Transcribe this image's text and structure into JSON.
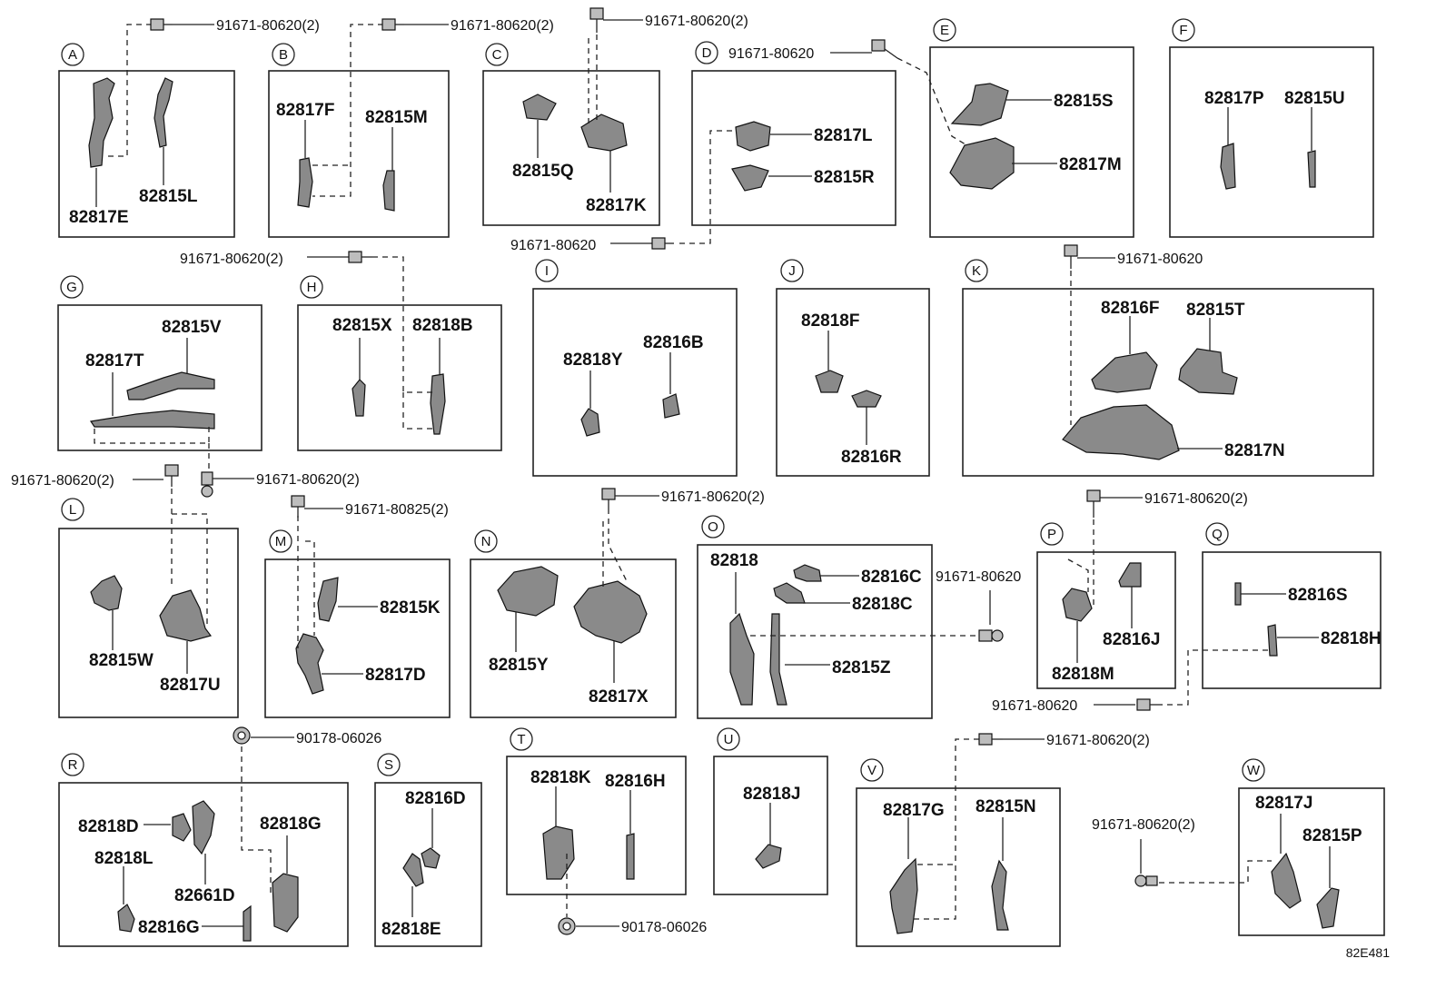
{
  "diagram": {
    "reference_code": "82E481",
    "groups": [
      {
        "id": "A",
        "parts": [
          "82817E",
          "82815L"
        ]
      },
      {
        "id": "B",
        "parts": [
          "82817F",
          "82815M"
        ]
      },
      {
        "id": "C",
        "parts": [
          "82815Q",
          "82817K"
        ]
      },
      {
        "id": "D",
        "parts": [
          "82817L",
          "82815R"
        ]
      },
      {
        "id": "E",
        "parts": [
          "82815S",
          "82817M"
        ]
      },
      {
        "id": "F",
        "parts": [
          "82817P",
          "82815U"
        ]
      },
      {
        "id": "G",
        "parts": [
          "82815V",
          "82817T"
        ]
      },
      {
        "id": "H",
        "parts": [
          "82815X",
          "82818B"
        ]
      },
      {
        "id": "I",
        "parts": [
          "82818Y",
          "82816B"
        ]
      },
      {
        "id": "J",
        "parts": [
          "82818F",
          "82816R"
        ]
      },
      {
        "id": "K",
        "parts": [
          "82816F",
          "82815T",
          "82817N"
        ]
      },
      {
        "id": "L",
        "parts": [
          "82815W",
          "82817U"
        ]
      },
      {
        "id": "M",
        "parts": [
          "82815K",
          "82817D"
        ]
      },
      {
        "id": "N",
        "parts": [
          "82815Y",
          "82817X"
        ]
      },
      {
        "id": "O",
        "parts": [
          "82818",
          "82816C",
          "82818C",
          "82815Z"
        ]
      },
      {
        "id": "P",
        "parts": [
          "82816J",
          "82818M"
        ]
      },
      {
        "id": "Q",
        "parts": [
          "82816S",
          "82818H"
        ]
      },
      {
        "id": "R",
        "parts": [
          "82818D",
          "82818G",
          "82818L",
          "82661D",
          "82816G"
        ]
      },
      {
        "id": "S",
        "parts": [
          "82816D",
          "82818E"
        ]
      },
      {
        "id": "T",
        "parts": [
          "82818K",
          "82816H"
        ]
      },
      {
        "id": "U",
        "parts": [
          "82818J"
        ]
      },
      {
        "id": "V",
        "parts": [
          "82817G",
          "82815N"
        ]
      },
      {
        "id": "W",
        "parts": [
          "82817J",
          "82815P"
        ]
      }
    ],
    "fasteners": [
      "91671-80620(2)",
      "91671-80620(2)",
      "91671-80620(2)",
      "91671-80620",
      "91671-80620",
      "91671-80620(2)",
      "91671-80620",
      "91671-80620(2)",
      "91671-80620(2)",
      "91671-80825(2)",
      "91671-80620(2)",
      "91671-80620",
      "91671-80620(2)",
      "91671-80620",
      "90178-06026",
      "90178-06026",
      "91671-80620(2)",
      "91671-80620(2)"
    ]
  }
}
